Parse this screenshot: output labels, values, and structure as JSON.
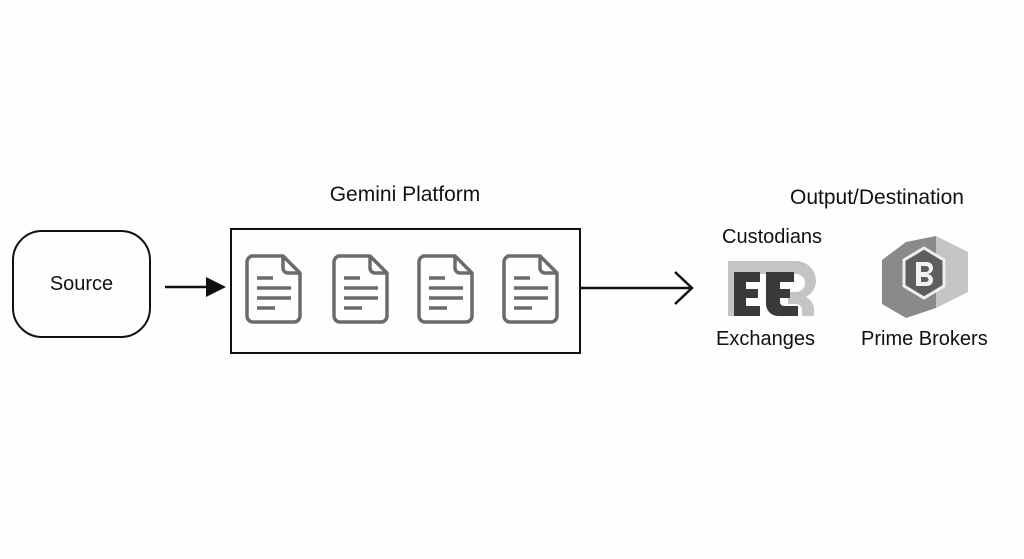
{
  "diagram": {
    "source": {
      "label": "Source"
    },
    "platform": {
      "title": "Gemini Platform",
      "documents": [
        {
          "icon": "document-icon"
        },
        {
          "icon": "document-icon"
        },
        {
          "icon": "document-icon"
        },
        {
          "icon": "document-icon"
        }
      ]
    },
    "destination": {
      "title": "Output/Destination",
      "items": [
        {
          "label": "Custodians",
          "icon": "none"
        },
        {
          "label": "Exchanges",
          "icon": "exchange-logo-icon"
        },
        {
          "label": "Prime Brokers",
          "icon": "hexagon-b-icon"
        }
      ]
    },
    "colors": {
      "stroke": "#111111",
      "icon_gray": "#6b6b6b",
      "logo_dark": "#3a3a3a",
      "logo_light": "#bdbdbd",
      "logo_mid": "#8a8a8a"
    }
  }
}
